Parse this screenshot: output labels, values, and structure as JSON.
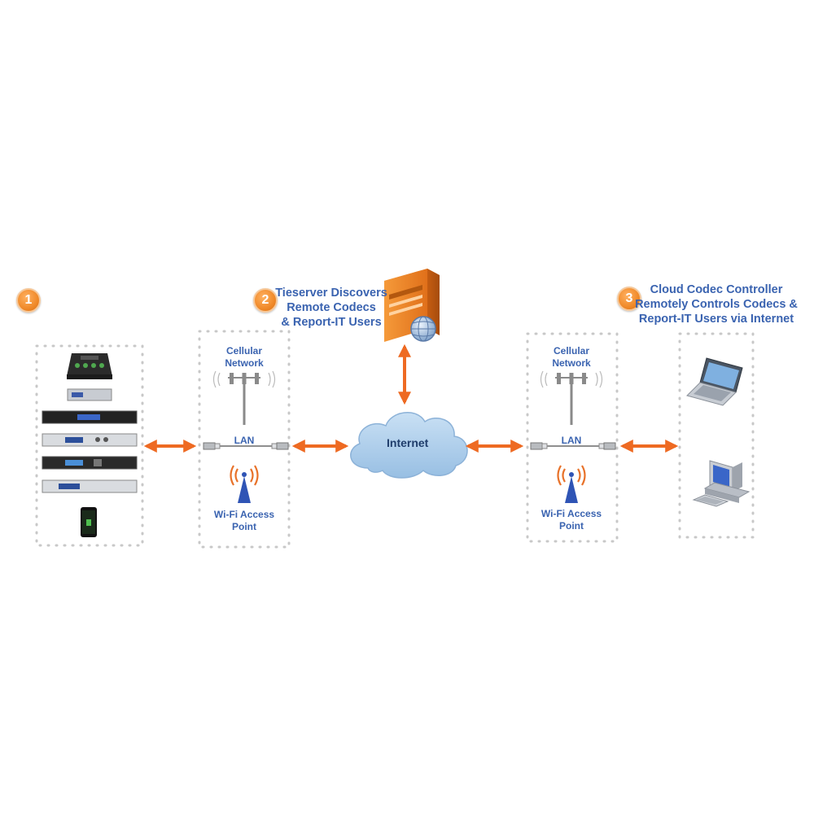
{
  "steps": [
    {
      "number": "1",
      "text": ""
    },
    {
      "number": "2",
      "lines": [
        "Tieserver Discovers",
        "Remote Codecs",
        "& Report-IT Users"
      ]
    },
    {
      "number": "3",
      "lines": [
        "Cloud Codec Controller",
        "Remotely Controls Codecs &",
        "Report-IT Users via Internet"
      ]
    }
  ],
  "left_network": {
    "cellular": [
      "Cellular",
      "Network"
    ],
    "lan": "LAN",
    "wifi": [
      "Wi-Fi Access",
      "Point"
    ]
  },
  "right_network": {
    "cellular": [
      "Cellular",
      "Network"
    ],
    "lan": "LAN",
    "wifi": [
      "Wi-Fi Access",
      "Point"
    ]
  },
  "cloud": {
    "label": "Internet"
  },
  "colors": {
    "arrow": "#ee6a22",
    "label_blue": "#3a63b0",
    "badge_orange": "#f08a2a",
    "cloud_blue": "#a9cbe8",
    "server_orange": "#f07f20",
    "dotted_border": "#c8c8c8"
  },
  "icons": [
    "codec-hardware-stack-icon",
    "server-icon",
    "cell-tower-icon",
    "wifi-antenna-icon",
    "lan-cable-icon",
    "cloud-icon",
    "laptop-icon",
    "desktop-computer-icon"
  ]
}
